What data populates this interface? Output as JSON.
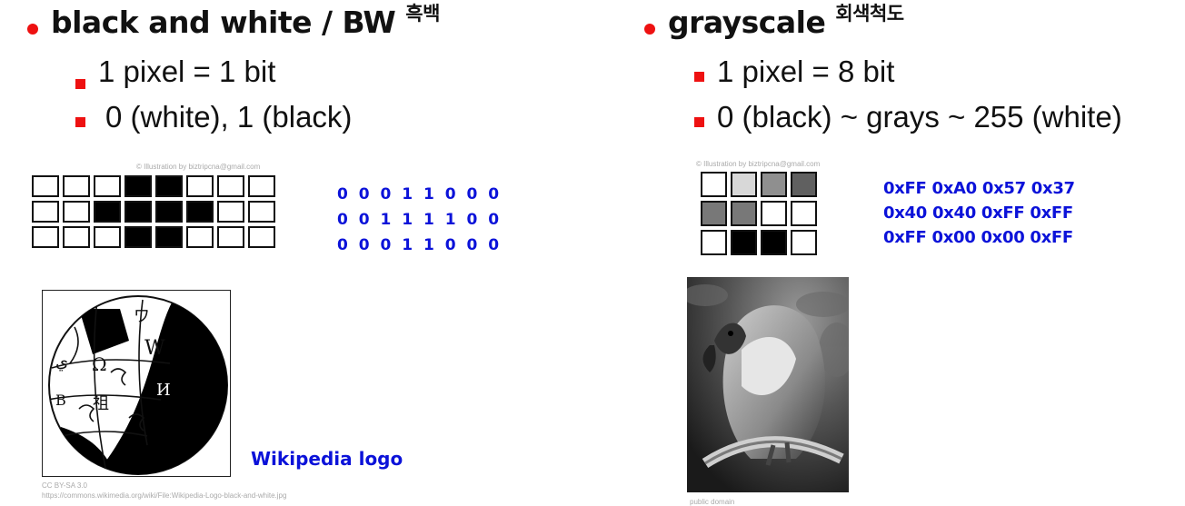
{
  "left": {
    "heading": "black and white / BW",
    "heading_kr": "흑백",
    "items": [
      "1 pixel = 1 bit",
      "0 (white), 1 (black)"
    ],
    "illustration_credit": "© Illustration by biztripcna@gmail.com",
    "pixels": [
      [
        0,
        0,
        0,
        1,
        1,
        0,
        0,
        0
      ],
      [
        0,
        0,
        1,
        1,
        1,
        1,
        0,
        0
      ],
      [
        0,
        0,
        0,
        1,
        1,
        0,
        0,
        0
      ]
    ],
    "bit_rows": [
      "0 0 0 1 1 0 0 0",
      "0 0 1 1 1 1 0 0",
      "0 0 0 1 1 0 0 0"
    ],
    "logo_caption": "Wikipedia logo",
    "license": "CC BY-SA 3.0",
    "source_url": "https://commons.wikimedia.org/wiki/File:Wikipedia-Logo-black-and-white.jpg",
    "globe_glyphs": [
      "W",
      "Ω",
      "ワ",
      "ي",
      "祖",
      "И",
      "B"
    ]
  },
  "right": {
    "heading": "grayscale",
    "heading_kr": "회색척도",
    "items": [
      "1 pixel = 8 bit",
      "0 (black) ~ grays ~ 255 (white)"
    ],
    "illustration_credit": "© Illustration by biztripcna@gmail.com",
    "gray_pixels": [
      [
        "#ffffff",
        "#d8d8d8",
        "#8f8f8f",
        "#606060"
      ],
      [
        "#787878",
        "#787878",
        "#ffffff",
        "#ffffff"
      ],
      [
        "#ffffff",
        "#000000",
        "#000000",
        "#ffffff"
      ]
    ],
    "hex_rows": [
      "0xFF 0xA0 0x57 0x37",
      "0x40 0x40 0xFF 0xFF",
      "0xFF 0x00 0x00 0xFF"
    ],
    "photo_credit": "public domain"
  },
  "colors": {
    "bullet": "#e11111",
    "accent_text": "#0b12d9"
  }
}
